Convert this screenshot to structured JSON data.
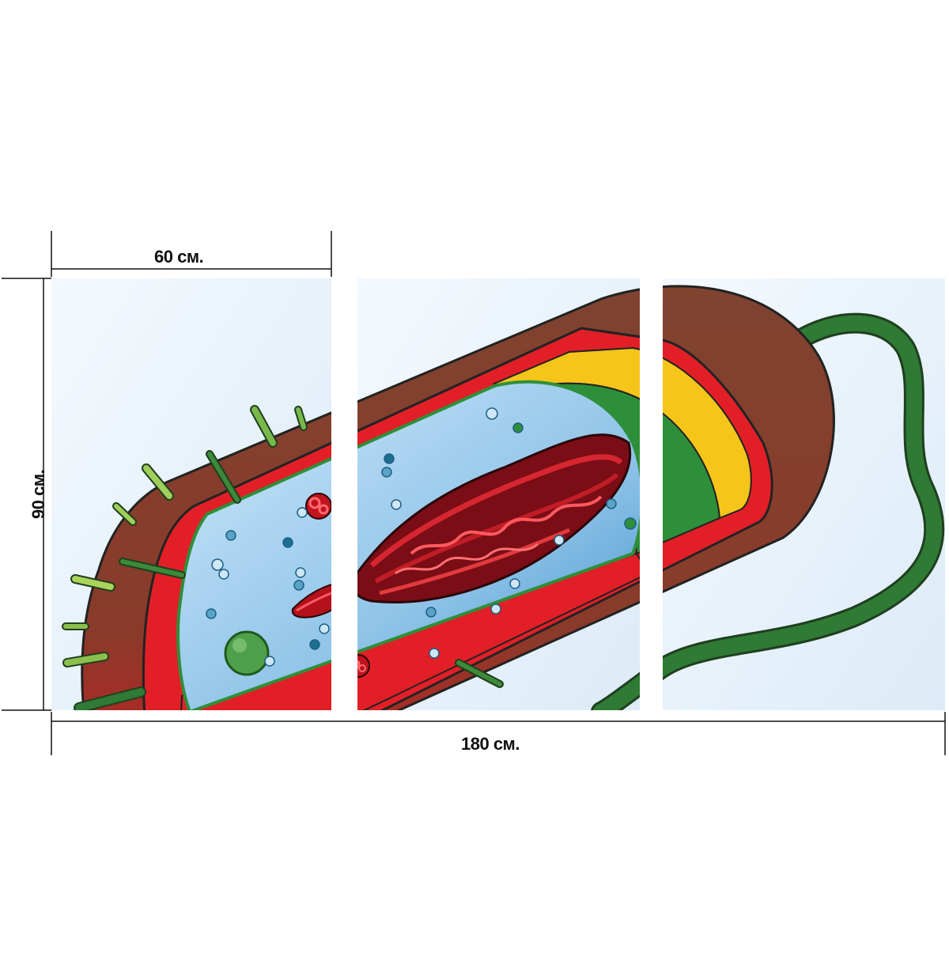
{
  "dimensions": {
    "panel_width_label": "60 см.",
    "total_width_label": "180 см.",
    "height_label": "90 см."
  },
  "product": {
    "panel_count": 3,
    "artwork": "bacterial-cell"
  },
  "colors": {
    "capsule": "#7d3f2c",
    "cell_wall": "#e11d26",
    "membrane_yellow": "#f6c51a",
    "membrane_green": "#2e8f3a",
    "cytoplasm": "#a9d4ee",
    "dna": "#b3121d",
    "flagellum": "#2f6b2f"
  }
}
